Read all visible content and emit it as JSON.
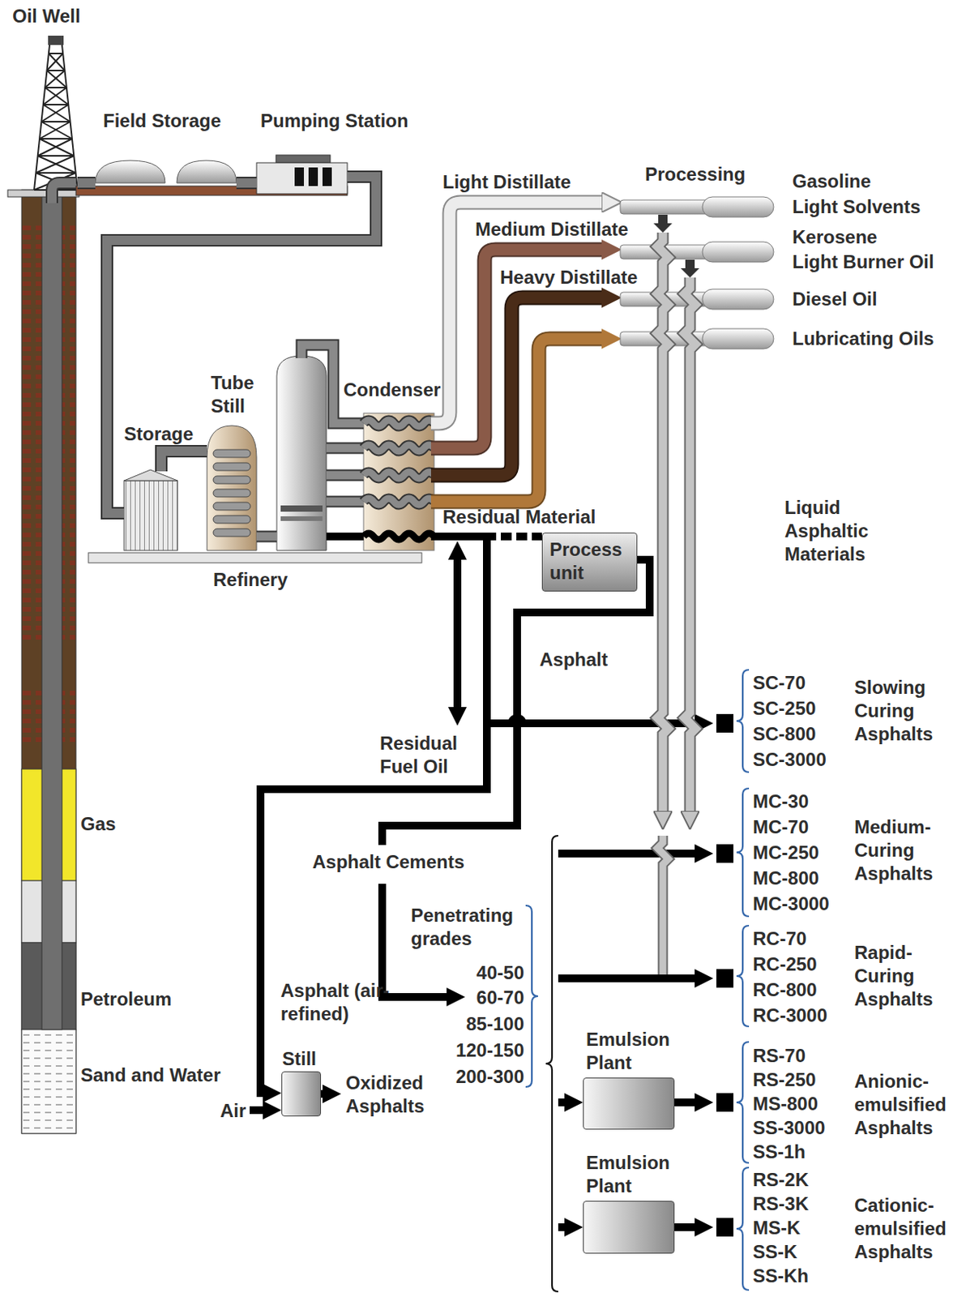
{
  "diagram": {
    "nodes": [
      {
        "text": [
          "Oil Well"
        ]
      },
      {
        "text": [
          "Field Storage"
        ]
      },
      {
        "text": [
          "Pumping Station"
        ]
      },
      {
        "text": [
          "Storage"
        ]
      },
      {
        "text": [
          "Tube Still"
        ]
      },
      {
        "text": [
          "Condenser"
        ]
      },
      {
        "text": [
          "Process unit"
        ]
      },
      {
        "text": [
          "Still"
        ]
      },
      {
        "text": [
          "Emulsion Plant"
        ]
      },
      {
        "text": [
          "Emulsion Plant"
        ]
      }
    ],
    "edges": [
      {
        "from": 0,
        "to": 1,
        "arrow": "none"
      },
      {
        "from": 1,
        "to": 2,
        "arrow": "none"
      },
      {
        "from": 2,
        "to": 3,
        "arrow": "none"
      },
      {
        "from": 3,
        "to": 4,
        "arrow": "none"
      }
    ],
    "labels": [
      "Light Distillate",
      "Medium Distillate",
      "Heavy Distillate",
      "Processing",
      "Gasoline",
      "Light Solvents",
      "Kerosene",
      "Light Burner Oil",
      "Diesel Oil",
      "Lubricating Oils",
      "Liquid Asphaltic Materials",
      "Refinery",
      "Residual Material",
      "Asphalt",
      "Residual Fuel Oil",
      "Asphalt Cements",
      "Penetrating grades",
      "40-50",
      "60-70",
      "85-100",
      "120-150",
      "200-300",
      "Asphalt (air-refined)",
      "Air",
      "Oxidized Asphalts",
      "Gas",
      "Petroleum",
      "Sand and Water",
      "SC-70",
      "SC-250",
      "SC-800",
      "SC-3000",
      "Slowing Curing Asphalts",
      "MC-30",
      "MC-70",
      "MC-250",
      "MC-800",
      "MC-3000",
      "Medium- Curing Asphalts",
      "RC-70",
      "RC-250",
      "RC-800",
      "RC-3000",
      "Rapid- Curing Asphalts",
      "RS-70",
      "RS-250",
      "MS-800",
      "SS-3000",
      "SS-1h",
      "Anionic- emulsified Asphalts",
      "RS-2K",
      "RS-3K",
      "MS-K",
      "SS-K",
      "SS-Kh",
      "Cationic- emulsified Asphalts"
    ]
  }
}
